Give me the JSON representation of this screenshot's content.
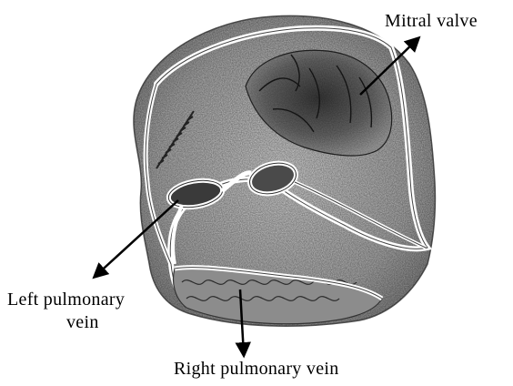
{
  "labels": {
    "mitral_valve": "Mitral valve",
    "left_pulmonary_vein_line1": "Left pulmonary",
    "left_pulmonary_vein_line2": "vein",
    "right_pulmonary_vein": "Right pulmonary vein"
  },
  "colors": {
    "ink": "#000000",
    "shade_dark": "#5a5a5a",
    "shade_mid": "#9a9a9a",
    "shade_light": "#d4d4d4",
    "background": "#ffffff"
  }
}
